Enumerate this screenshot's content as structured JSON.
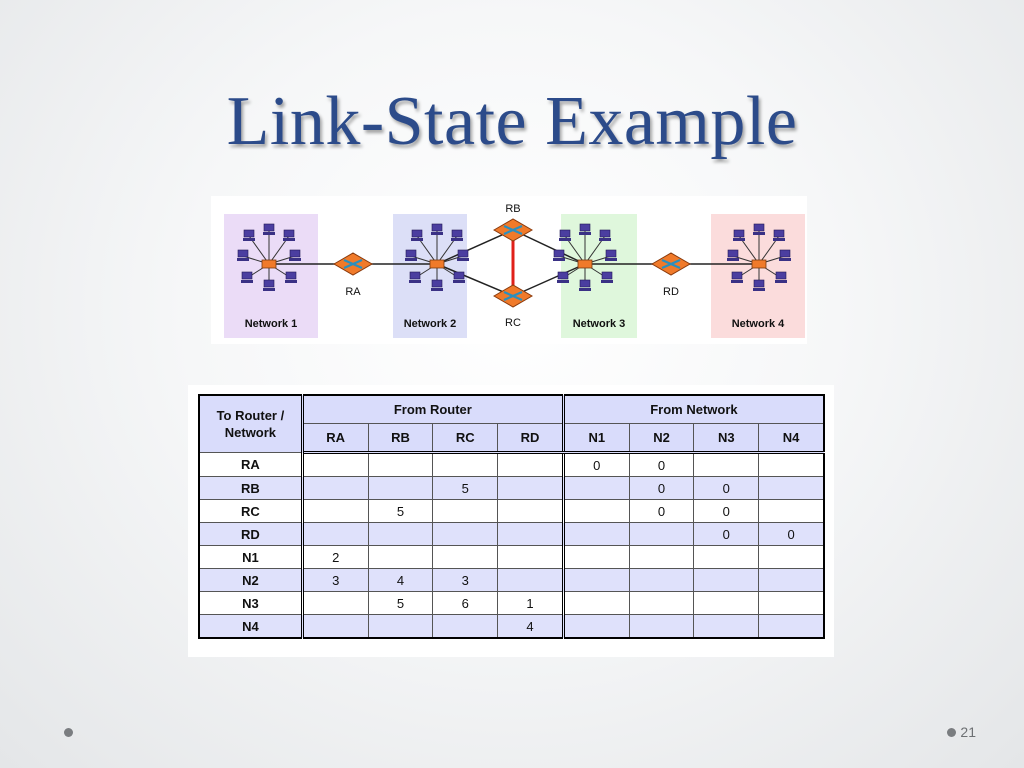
{
  "slide": {
    "title": "Link-State Example",
    "number": "21"
  },
  "diagram": {
    "networks": [
      {
        "label": "Network 1",
        "color": "#ebdcf7"
      },
      {
        "label": "Network 2",
        "color": "#dcdff7"
      },
      {
        "label": "Network 3",
        "color": "#dff7dc"
      },
      {
        "label": "Network 4",
        "color": "#fbdcdc"
      }
    ],
    "routers": [
      {
        "label": "RA"
      },
      {
        "label": "RB"
      },
      {
        "label": "RC"
      },
      {
        "label": "RD"
      }
    ],
    "highlight_color": "#e0201a",
    "router_color": "#f07a2a"
  },
  "table": {
    "corner": [
      "To Router /",
      "Network"
    ],
    "group_router": "From Router",
    "group_network": "From Network",
    "columns": [
      "RA",
      "RB",
      "RC",
      "RD",
      "N1",
      "N2",
      "N3",
      "N4"
    ],
    "rows": [
      {
        "label": "RA",
        "cells": [
          "",
          "",
          "",
          "",
          "0",
          "0",
          "",
          ""
        ]
      },
      {
        "label": "RB",
        "cells": [
          "",
          "",
          "5",
          "",
          "",
          "0",
          "0",
          ""
        ]
      },
      {
        "label": "RC",
        "cells": [
          "",
          "5",
          "",
          "",
          "",
          "0",
          "0",
          ""
        ]
      },
      {
        "label": "RD",
        "cells": [
          "",
          "",
          "",
          "",
          "",
          "",
          "0",
          "0"
        ]
      },
      {
        "label": "N1",
        "cells": [
          "2",
          "",
          "",
          "",
          "",
          "",
          "",
          ""
        ]
      },
      {
        "label": "N2",
        "cells": [
          "3",
          "4",
          "3",
          "",
          "",
          "",
          "",
          ""
        ]
      },
      {
        "label": "N3",
        "cells": [
          "",
          "5",
          "6",
          "1",
          "",
          "",
          "",
          ""
        ]
      },
      {
        "label": "N4",
        "cells": [
          "",
          "",
          "",
          "4",
          "",
          "",
          "",
          ""
        ]
      }
    ]
  }
}
